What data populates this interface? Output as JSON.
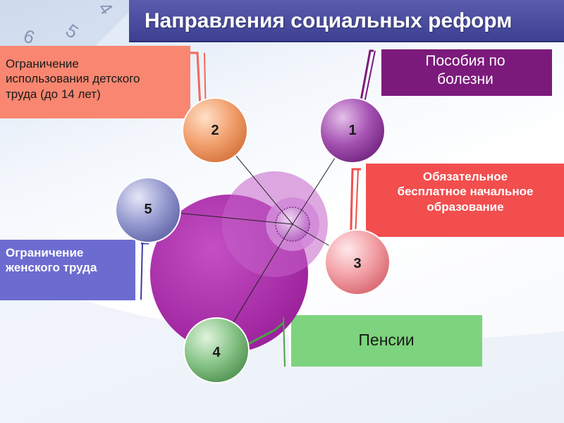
{
  "title": "Направления социальных реформ",
  "colors": {
    "title_bar": "#4b4da0",
    "child_labor": "#f98670",
    "sick_benefits": "#7b1a7b",
    "education": "#f24e4e",
    "women_labor": "#6c6cd0",
    "pensions": "#7ed47e",
    "hub": "#a12ea1"
  },
  "nodes": [
    {
      "id": "1",
      "number": "1",
      "label": "Пособия по болезни",
      "color": "#9a4aa8"
    },
    {
      "id": "2",
      "number": "2",
      "label": "Ограничение использования детского труда (до 14 лет)",
      "color": "#f2a06e"
    },
    {
      "id": "3",
      "number": "3",
      "label": "Обязательное бесплатное начальное образование",
      "color": "#f2a0a6"
    },
    {
      "id": "4",
      "number": "4",
      "label": "Пенсии",
      "color": "#7cba7c"
    },
    {
      "id": "5",
      "number": "5",
      "label": "Ограничение женского труда",
      "color": "#8a8ec8"
    }
  ],
  "label_lines": {
    "child_labor": [
      "Ограничение",
      "использования детского",
      "труда (до 14 лет)"
    ],
    "sick_benefits": [
      "Пособия по",
      "болезни"
    ],
    "education": [
      "Обязательное",
      "бесплатное начальное",
      "образование"
    ],
    "women_labor": [
      "Ограничение",
      "женского труда"
    ],
    "pensions": [
      "Пенсии"
    ]
  },
  "decor": {
    "clock_digits": [
      "4",
      "5",
      "6"
    ]
  }
}
